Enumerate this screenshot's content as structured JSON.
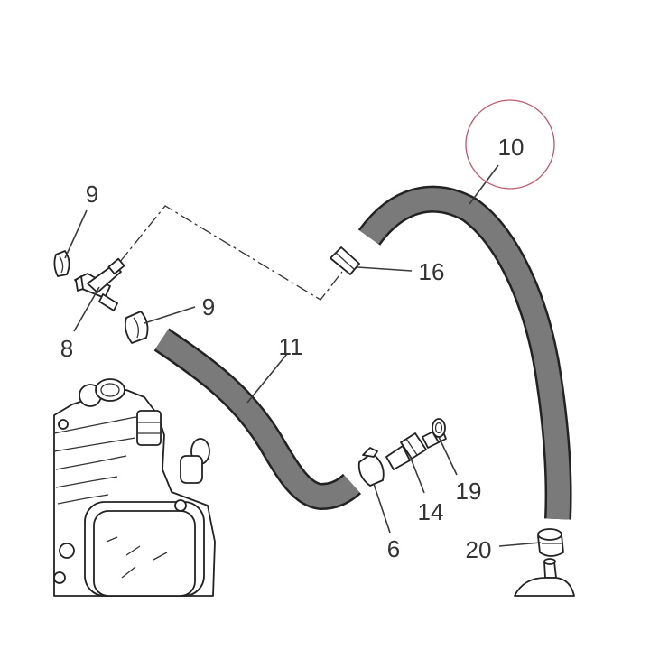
{
  "callouts": {
    "c10": "10",
    "c9_top": "9",
    "c16": "16",
    "c9_mid": "9",
    "c8": "8",
    "c11": "11",
    "c19": "19",
    "c14": "14",
    "c6": "6",
    "c20": "20"
  },
  "colors": {
    "hose": "#7a7a7a",
    "highlight_circle": "#c0566a",
    "line": "#222222"
  }
}
